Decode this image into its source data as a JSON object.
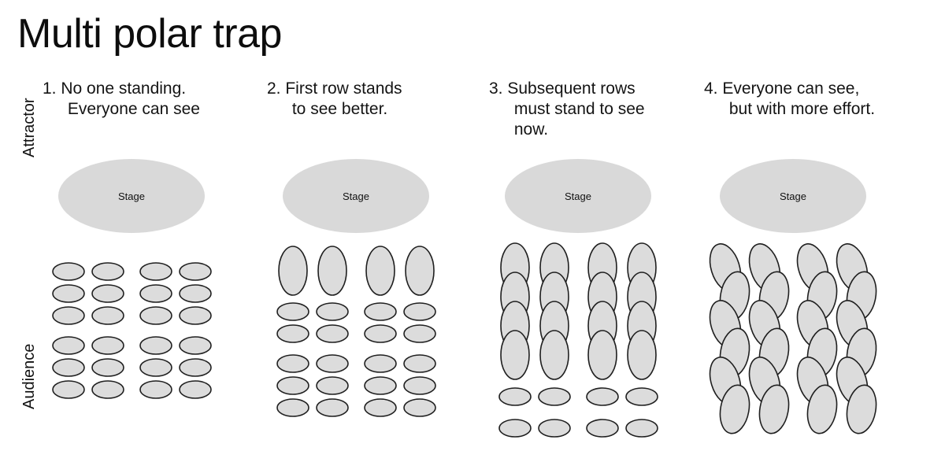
{
  "title": "Multi polar trap",
  "axes": {
    "top_label": "Attractor",
    "bottom_label": "Audience"
  },
  "stage": {
    "label": "Stage",
    "fill": "#d9d9d9"
  },
  "seat": {
    "fill": "#dcdcdc",
    "stroke": "#1f1f1f"
  },
  "panels": [
    {
      "number": "1.",
      "heading": "1. No one standing.\n Everyone can see",
      "stage_label": "Stage",
      "rows": [
        {
          "posture": "seated",
          "count": 4
        },
        {
          "posture": "seated",
          "count": 4
        },
        {
          "posture": "seated",
          "count": 4
        },
        {
          "posture": "seated",
          "count": 4
        },
        {
          "posture": "seated",
          "count": 4
        },
        {
          "posture": "seated",
          "count": 4
        }
      ]
    },
    {
      "number": "2.",
      "heading": "2. First row stands\n to see better.",
      "stage_label": "Stage",
      "rows": [
        {
          "posture": "standing",
          "count": 4
        },
        {
          "posture": "seated",
          "count": 4
        },
        {
          "posture": "seated",
          "count": 4
        },
        {
          "posture": "seated",
          "count": 4
        },
        {
          "posture": "seated",
          "count": 4
        },
        {
          "posture": "seated",
          "count": 4
        }
      ]
    },
    {
      "number": "3.",
      "heading": "3. Subsequent rows\n must stand to see\n now.",
      "stage_label": "Stage",
      "rows": [
        {
          "posture": "standing",
          "count": 4
        },
        {
          "posture": "standing",
          "count": 4
        },
        {
          "posture": "standing",
          "count": 4
        },
        {
          "posture": "standing",
          "count": 4
        },
        {
          "posture": "seated",
          "count": 4
        },
        {
          "posture": "seated",
          "count": 4
        }
      ]
    },
    {
      "number": "4.",
      "heading": "4. Everyone can see,\n but with more effort.",
      "stage_label": "Stage",
      "rows": [
        {
          "posture": "standing-tilted",
          "count": 4
        },
        {
          "posture": "standing-tilted",
          "count": 4
        },
        {
          "posture": "standing-tilted",
          "count": 4
        },
        {
          "posture": "standing-tilted",
          "count": 4
        },
        {
          "posture": "standing-tilted",
          "count": 4
        },
        {
          "posture": "standing-tilted",
          "count": 4
        }
      ]
    }
  ]
}
